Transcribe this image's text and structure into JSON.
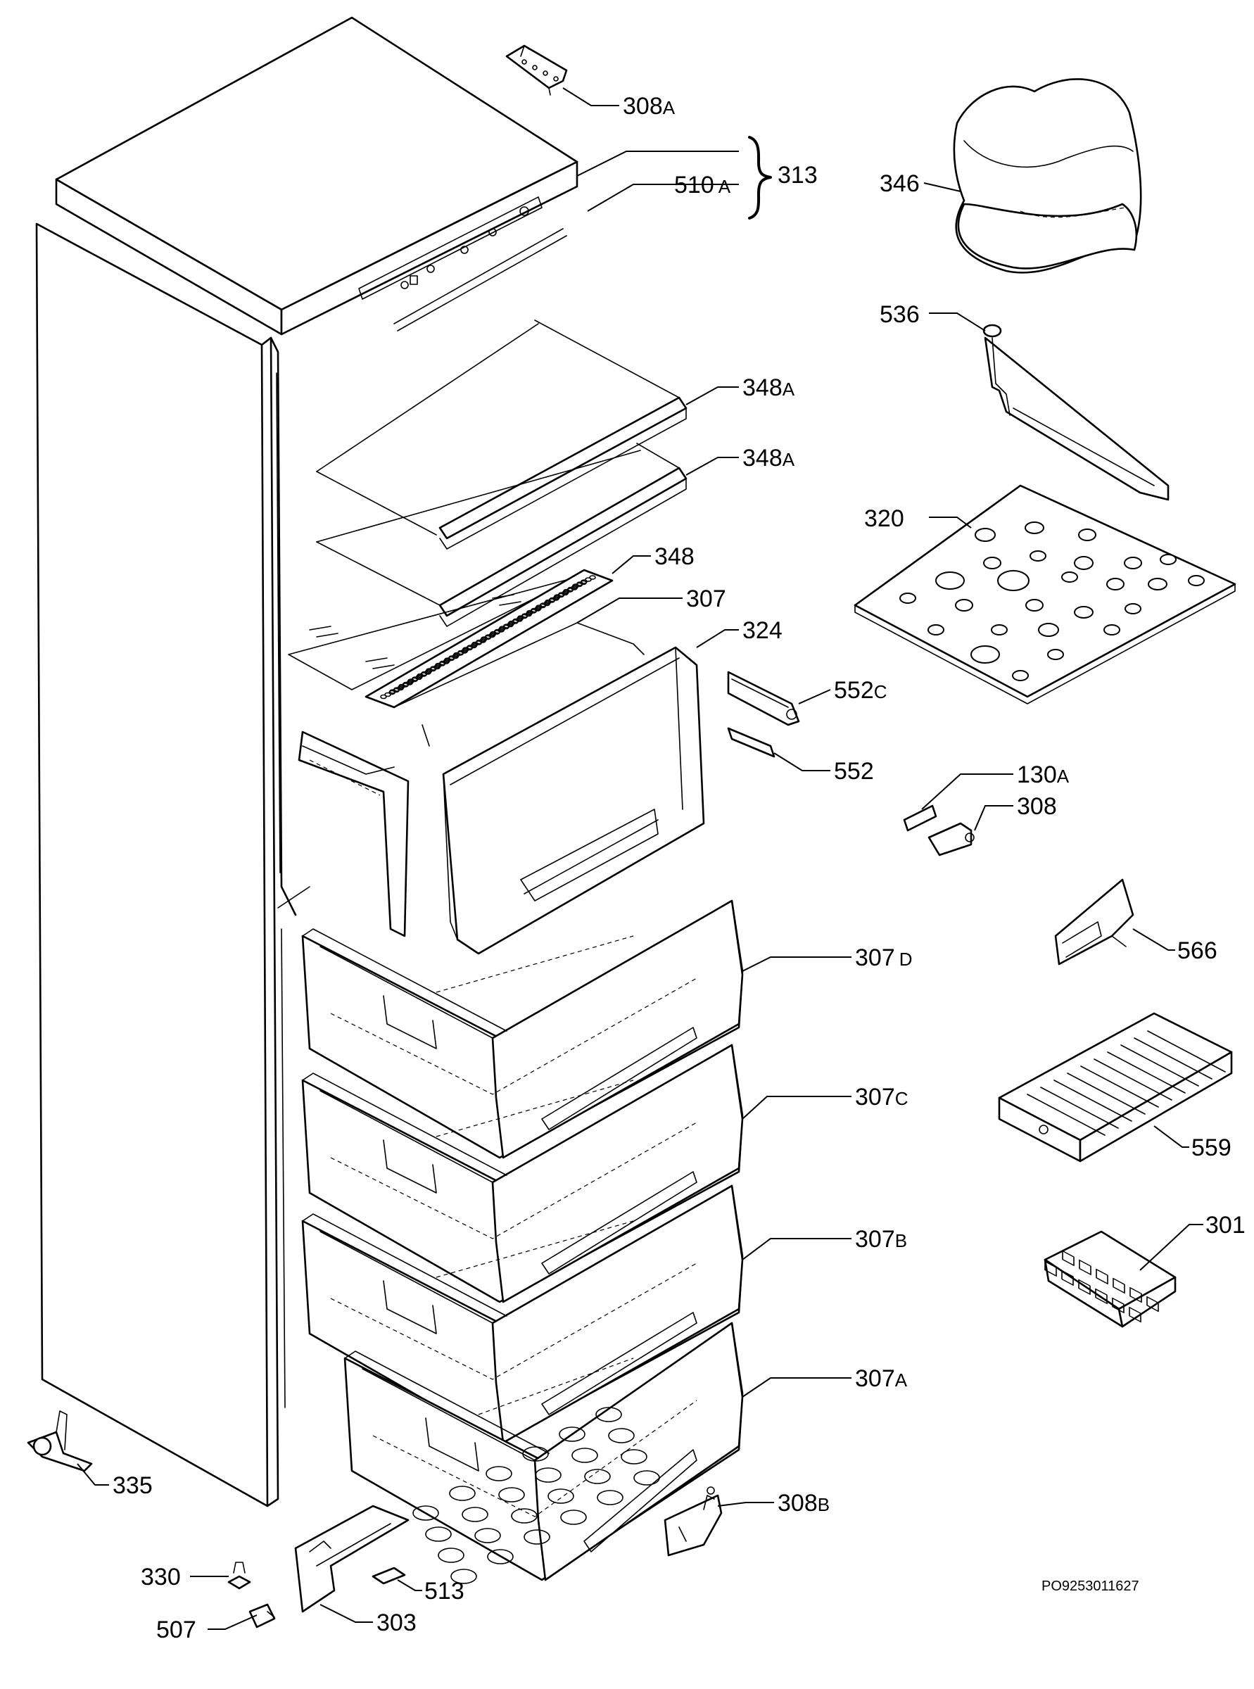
{
  "document_code": "PO9253011627",
  "parts": [
    {
      "id": "p308A",
      "number": "308",
      "suffix": "A"
    },
    {
      "id": "p313",
      "number": "313",
      "suffix": ""
    },
    {
      "id": "p510A",
      "number": "510",
      "suffix": "A"
    },
    {
      "id": "p346",
      "number": "346",
      "suffix": ""
    },
    {
      "id": "p536",
      "number": "536",
      "suffix": ""
    },
    {
      "id": "p348A1",
      "number": "348",
      "suffix": "A"
    },
    {
      "id": "p348A2",
      "number": "348",
      "suffix": "A"
    },
    {
      "id": "p320",
      "number": "320",
      "suffix": ""
    },
    {
      "id": "p348",
      "number": "348",
      "suffix": ""
    },
    {
      "id": "p307",
      "number": "307",
      "suffix": ""
    },
    {
      "id": "p324",
      "number": "324",
      "suffix": ""
    },
    {
      "id": "p552C",
      "number": "552",
      "suffix": "C"
    },
    {
      "id": "p552",
      "number": "552",
      "suffix": ""
    },
    {
      "id": "p130A",
      "number": "130",
      "suffix": "A"
    },
    {
      "id": "p308",
      "number": "308",
      "suffix": ""
    },
    {
      "id": "p566",
      "number": "566",
      "suffix": ""
    },
    {
      "id": "p307D",
      "number": "307",
      "suffix": "D"
    },
    {
      "id": "p307C",
      "number": "307",
      "suffix": "C"
    },
    {
      "id": "p559",
      "number": "559",
      "suffix": ""
    },
    {
      "id": "p307B",
      "number": "307",
      "suffix": "B"
    },
    {
      "id": "p301",
      "number": "301",
      "suffix": ""
    },
    {
      "id": "p307A",
      "number": "307",
      "suffix": "A"
    },
    {
      "id": "p335",
      "number": "335",
      "suffix": ""
    },
    {
      "id": "p308B",
      "number": "308",
      "suffix": "B"
    },
    {
      "id": "p330",
      "number": "330",
      "suffix": ""
    },
    {
      "id": "p513",
      "number": "513",
      "suffix": ""
    },
    {
      "id": "p507",
      "number": "507",
      "suffix": ""
    },
    {
      "id": "p303",
      "number": "303",
      "suffix": ""
    }
  ]
}
